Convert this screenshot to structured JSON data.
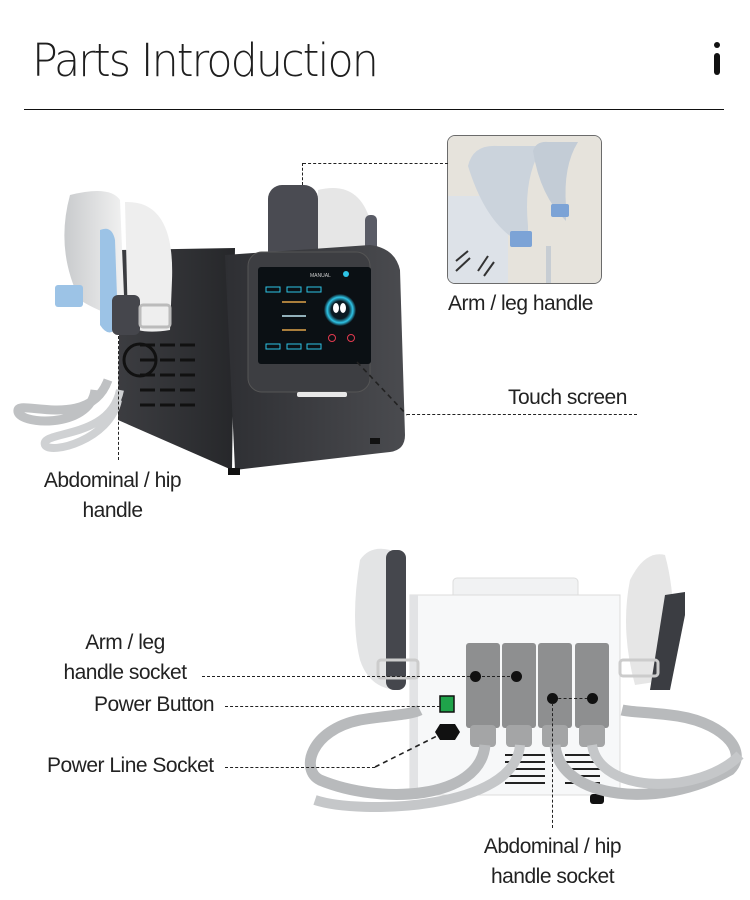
{
  "header": {
    "title": "Parts Introduction",
    "info_icon": "info-icon"
  },
  "top_section": {
    "image": "front-view-machine-dark-with-touch-screen",
    "thumbnail": "arm-leg-handle-photo",
    "labels": {
      "arm_leg_handle": "Arm / leg handle",
      "touch_screen": "Touch screen",
      "abdominal_hip_handle_line1": "Abdominal / hip",
      "abdominal_hip_handle_line2": "handle"
    },
    "screen_ui": {
      "title": "MANUAL"
    }
  },
  "bottom_section": {
    "image": "rear-view-machine-white-with-sockets",
    "labels": {
      "arm_leg_socket_line1": "Arm / leg",
      "arm_leg_socket_line2": "handle socket",
      "power_button": "Power Button",
      "power_line_socket": "Power Line Socket",
      "abdominal_socket_line1": "Abdominal / hip",
      "abdominal_socket_line2": "handle socket"
    }
  },
  "colors": {
    "text": "#222222",
    "machine_dark": "#3a3b3e",
    "screen_accent": "#2ec4e6",
    "power_switch": "#1fa34a",
    "handle_blue": "#9cc3e6"
  }
}
